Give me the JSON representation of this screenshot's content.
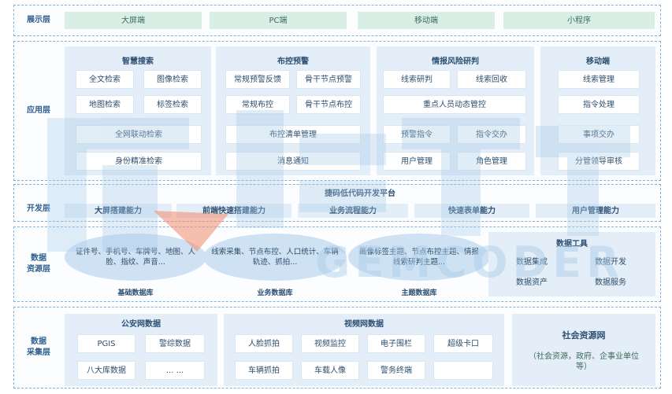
{
  "layers": {
    "display": {
      "label": "展示层",
      "items": [
        "大屏端",
        "PC端",
        "移动端",
        "小程序"
      ]
    },
    "application": {
      "label": "应用层",
      "smart_search": {
        "title": "智慧搜索",
        "items": [
          "全文检索",
          "图像检索",
          "地图检索",
          "标签检索",
          "全网联动检索",
          "身份精准检索"
        ]
      },
      "control": {
        "title": "布控预警",
        "items": [
          "常规预警反馈",
          "骨干节点预警",
          "常规布控",
          "骨干节点布控",
          "布控清单管理",
          "消息通知"
        ]
      },
      "intel": {
        "title": "情报风险研判",
        "items": [
          "线索研判",
          "线索回收",
          "重点人员动态管控",
          "预警指令",
          "指令交办",
          "用户管理",
          "角色管理"
        ]
      },
      "mobile": {
        "title": "移动端",
        "items": [
          "线索管理",
          "指令处理",
          "事项交办",
          "分管领导审核"
        ]
      }
    },
    "development": {
      "label": "开发层",
      "platform_title": "捷码低代码开发平台",
      "capabilities": [
        "大屏搭建能力",
        "前端快速搭建能力",
        "业务流程能力",
        "快速表单能力",
        "用户管理能力"
      ]
    },
    "data_resource": {
      "label_line1": "数据",
      "label_line2": "资源层",
      "basic_db": {
        "text": "证件号、手机号、车牌号、地图、人脸、指纹、声音...",
        "caption": "基础数据库"
      },
      "business_db": {
        "text": "线索采集、节点布控、人口统计、车辆轨迹、抓拍...",
        "caption": "业务数据库"
      },
      "topic_db": {
        "text": "画像标签主题、节点布控主题、情报线索研判主题...",
        "caption": "主题数据库"
      },
      "data_tools": {
        "title": "数据工具",
        "items": [
          "数据集成",
          "数据开发",
          "数据资产",
          "数据服务"
        ]
      }
    },
    "collection": {
      "label_line1": "数据",
      "label_line2": "采集层",
      "public_security": {
        "title": "公安网数据",
        "items": [
          "PGIS",
          "警综数据",
          "八大库数据",
          "... ..."
        ]
      },
      "video": {
        "title": "视频网数据",
        "items": [
          "人脸抓拍",
          "视频监控",
          "电子围栏",
          "超级卡口",
          "车辆抓拍",
          "车载人像",
          "警务终端"
        ]
      },
      "social": {
        "title": "社会资源网",
        "desc": "（社会资源，政府、企事业单位等）"
      }
    }
  },
  "watermark": "GEMCODER",
  "colors": {
    "border": "#7fb2e0",
    "green": "#d9efe6",
    "panel": "#e3eef8",
    "watermark": "#a9cbe8",
    "accent": "#f08a6a"
  }
}
